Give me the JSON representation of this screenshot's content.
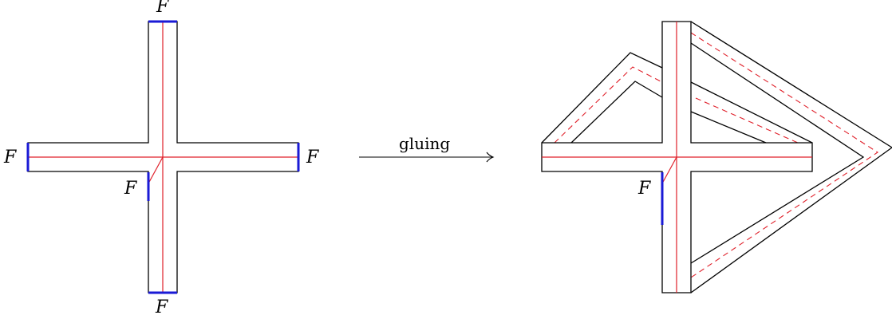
{
  "colors": {
    "outline": "#000000",
    "core": "#e0202a",
    "boundary": "#1a1ad6",
    "background": "#ffffff"
  },
  "left_figure": {
    "boundary_labels": {
      "top": "F",
      "left": "F",
      "right": "F",
      "inner": "F",
      "bottom": "F"
    }
  },
  "arrow": {
    "label": "gluing"
  },
  "right_figure": {
    "boundary_labels": {
      "inner": "F"
    }
  }
}
